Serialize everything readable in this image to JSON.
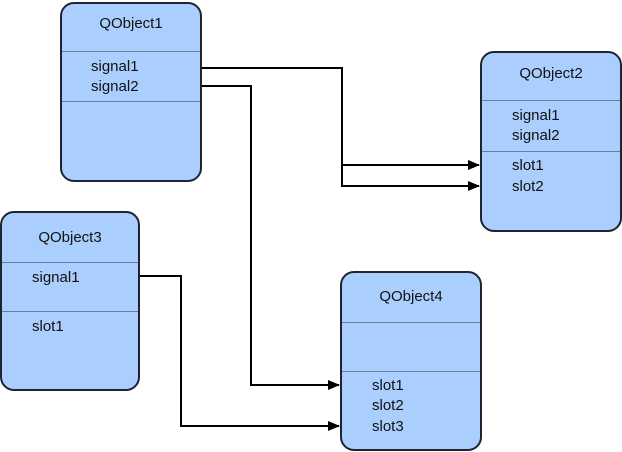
{
  "objects": {
    "qobject1": {
      "title": "QObject1",
      "signals": [
        "signal1",
        "signal2"
      ],
      "slots": []
    },
    "qobject2": {
      "title": "QObject2",
      "signals": [
        "signal1",
        "signal2"
      ],
      "slots": [
        "slot1",
        "slot2"
      ]
    },
    "qobject3": {
      "title": "QObject3",
      "signals": [
        "signal1"
      ],
      "slots": [
        "slot1"
      ]
    },
    "qobject4": {
      "title": "QObject4",
      "signals": [],
      "slots": [
        "slot1",
        "slot2",
        "slot3"
      ]
    }
  },
  "connections": [
    {
      "from": "QObject1.signal1",
      "to": "QObject2.slot1"
    },
    {
      "from": "QObject1.signal1",
      "to": "QObject2.slot2"
    },
    {
      "from": "QObject1.signal2",
      "to": "QObject4.slot1"
    },
    {
      "from": "QObject3.signal1",
      "to": "QObject4.slot3"
    }
  ]
}
